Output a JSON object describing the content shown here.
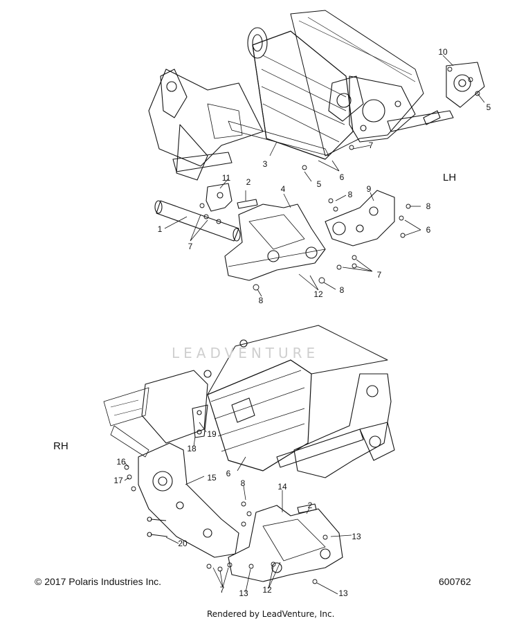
{
  "labels": {
    "lh": "LH",
    "rh": "RH",
    "copyright": "© 2017 Polaris Industries Inc.",
    "part_number": "600762",
    "rendered_by": "Rendered by LeadVenture, Inc.",
    "watermark": "LEADVENTURE"
  },
  "callouts": [
    {
      "id": "c10",
      "text": "10"
    },
    {
      "id": "c5a",
      "text": "5"
    },
    {
      "id": "c7a",
      "text": "7"
    },
    {
      "id": "c3",
      "text": "3"
    },
    {
      "id": "c6a",
      "text": "6"
    },
    {
      "id": "c5b",
      "text": "5"
    },
    {
      "id": "c11",
      "text": "11"
    },
    {
      "id": "c2a",
      "text": "2"
    },
    {
      "id": "c4",
      "text": "4"
    },
    {
      "id": "c9",
      "text": "9"
    },
    {
      "id": "c8a",
      "text": "8"
    },
    {
      "id": "c8b",
      "text": "8"
    },
    {
      "id": "c1",
      "text": "1"
    },
    {
      "id": "c6b",
      "text": "6"
    },
    {
      "id": "c7b",
      "text": "7"
    },
    {
      "id": "c7c",
      "text": "7"
    },
    {
      "id": "c8c",
      "text": "8"
    },
    {
      "id": "c12a",
      "text": "12"
    },
    {
      "id": "c8d",
      "text": "8"
    },
    {
      "id": "c19",
      "text": "19"
    },
    {
      "id": "c18",
      "text": "18"
    },
    {
      "id": "c6c",
      "text": "6"
    },
    {
      "id": "c16",
      "text": "16"
    },
    {
      "id": "c17",
      "text": "17"
    },
    {
      "id": "c15",
      "text": "15"
    },
    {
      "id": "c8e",
      "text": "8"
    },
    {
      "id": "c14",
      "text": "14"
    },
    {
      "id": "c2b",
      "text": "2"
    },
    {
      "id": "c13a",
      "text": "13"
    },
    {
      "id": "c20",
      "text": "20"
    },
    {
      "id": "c7d",
      "text": "7"
    },
    {
      "id": "c13b",
      "text": "13"
    },
    {
      "id": "c12b",
      "text": "12"
    },
    {
      "id": "c13c",
      "text": "13"
    }
  ]
}
